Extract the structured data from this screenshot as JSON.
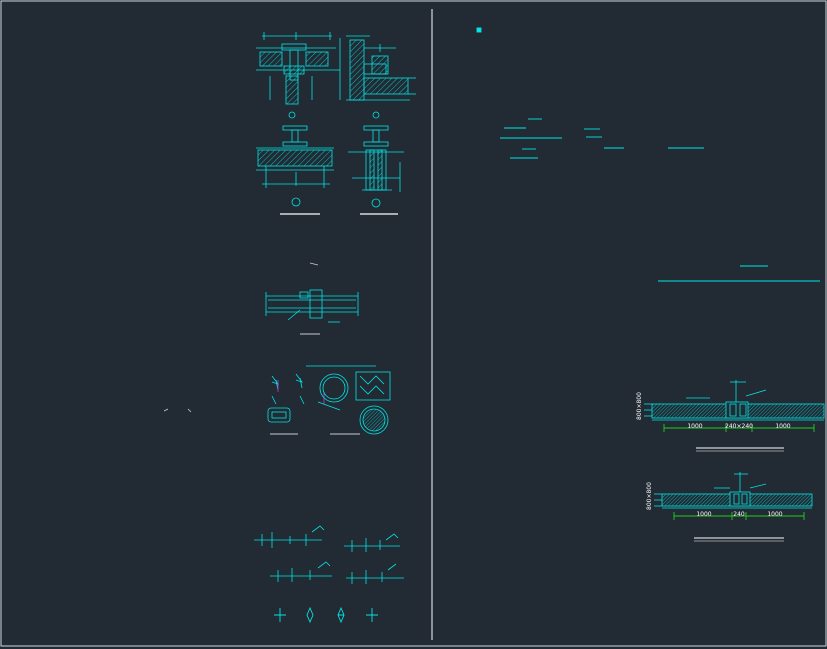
{
  "colors": {
    "background": "#222a33",
    "border": "#cfd6dc",
    "divider": "#d9d9d9",
    "cyan": "#00e5e5",
    "green": "#22cc22",
    "magenta": "#cc33cc",
    "white": "#ffffff"
  },
  "detail_right_1": {
    "label_vertical": "800×800",
    "dim_left": "1000",
    "dim_mid": "240×240",
    "dim_right": "1000"
  },
  "detail_right_2": {
    "label_vertical": "800×800",
    "dim_left": "1000",
    "dim_mid": "240",
    "dim_right": "1000"
  }
}
